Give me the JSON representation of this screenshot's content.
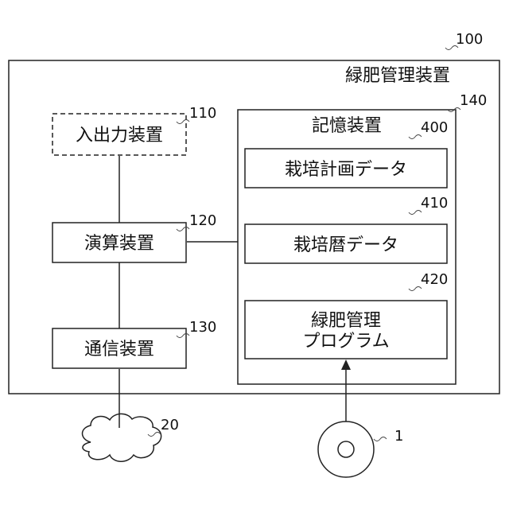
{
  "device": {
    "ref": "100",
    "label": "緑肥管理装置"
  },
  "io": {
    "ref": "110",
    "label": "入出力装置"
  },
  "cpu": {
    "ref": "120",
    "label": "演算装置"
  },
  "comm": {
    "ref": "130",
    "label": "通信装置"
  },
  "storage": {
    "ref": "140",
    "label": "記憶装置"
  },
  "plan_data": {
    "ref": "400",
    "label": "栽培計画データ"
  },
  "history_data": {
    "ref": "410",
    "label": "栽培暦データ"
  },
  "program": {
    "ref": "420",
    "line1": "緑肥管理",
    "line2": "プログラム"
  },
  "network": {
    "ref": "20"
  },
  "disk": {
    "ref": "1"
  }
}
